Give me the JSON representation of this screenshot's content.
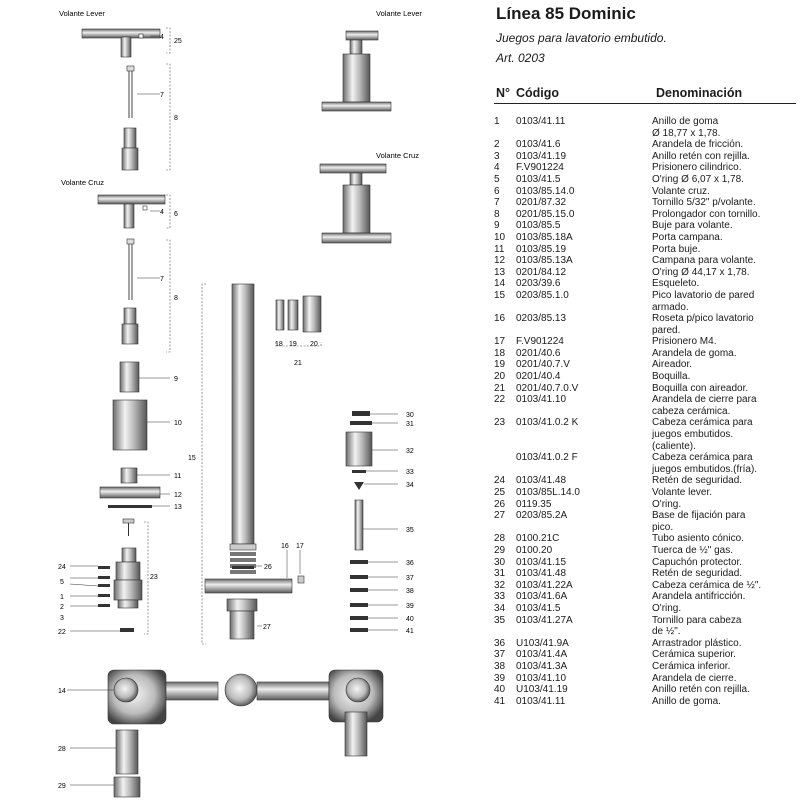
{
  "header": {
    "title": "Línea 85 Dominic",
    "subtitle": "Juegos para lavatorio embutido.",
    "article": "Art. 0203"
  },
  "table": {
    "columns": [
      "N°",
      "Código",
      "Denominación"
    ],
    "rows": [
      {
        "n": "1",
        "code": "0103/41.11",
        "desc": "Anillo de goma"
      },
      {
        "n": "",
        "code": "",
        "desc": "Ø 18,77 x 1,78."
      },
      {
        "n": "2",
        "code": "0103/41.6",
        "desc": "Arandela de fricción."
      },
      {
        "n": "3",
        "code": "0103/41.19",
        "desc": "Anillo retén con rejilla."
      },
      {
        "n": "4",
        "code": "F.V901224",
        "desc": "Prisionero cilindrico."
      },
      {
        "n": "5",
        "code": "0103/41.5",
        "desc": "O'ring Ø 6,07 x 1,78."
      },
      {
        "n": "6",
        "code": "0103/85.14.0",
        "desc": "Volante cruz."
      },
      {
        "n": "7",
        "code": "0201/87.32",
        "desc": "Tornillo 5/32\" p/volante."
      },
      {
        "n": "8",
        "code": "0201/85.15.0",
        "desc": "Prolongador con tornillo."
      },
      {
        "n": "9",
        "code": "0103/85.5",
        "desc": "Buje para volante."
      },
      {
        "n": "10",
        "code": "0103/85.18A",
        "desc": "Porta campana."
      },
      {
        "n": "11",
        "code": "0103/85.19",
        "desc": "Porta buje."
      },
      {
        "n": "12",
        "code": "0103/85.13A",
        "desc": "Campana para volante."
      },
      {
        "n": "13",
        "code": "0201/84.12",
        "desc": "O'ring Ø 44,17 x 1,78."
      },
      {
        "n": "14",
        "code": "0203/39.6",
        "desc": "Esqueleto."
      },
      {
        "n": "15",
        "code": "0203/85.1.0",
        "desc": "Pico lavatorio de pared"
      },
      {
        "n": "",
        "code": "",
        "desc": "armado."
      },
      {
        "n": "16",
        "code": "0203/85.13",
        "desc": "Roseta p/pico lavatorio"
      },
      {
        "n": "",
        "code": "",
        "desc": "pared."
      },
      {
        "n": "17",
        "code": "F.V901224",
        "desc": "Prisionero M4."
      },
      {
        "n": "18",
        "code": "0201/40.6",
        "desc": "Arandela de goma."
      },
      {
        "n": "19",
        "code": "0201/40.7.V",
        "desc": "Aireador."
      },
      {
        "n": "20",
        "code": "0201/40.4",
        "desc": "Boquilla."
      },
      {
        "n": "21",
        "code": "0201/40.7.0.V",
        "desc": "Boquilla con aireador."
      },
      {
        "n": "22",
        "code": "0103/41.10",
        "desc": "Arandela de cierre para"
      },
      {
        "n": "",
        "code": "",
        "desc": "cabeza cerámica."
      },
      {
        "n": "23",
        "code": "0103/41.0.2 K",
        "desc": "Cabeza cerámica para"
      },
      {
        "n": "",
        "code": "",
        "desc": "juegos embutidos."
      },
      {
        "n": "",
        "code": "",
        "desc": "(caliente)."
      },
      {
        "n": "",
        "code": "0103/41.0.2 F",
        "desc": "Cabeza cerámica para"
      },
      {
        "n": "",
        "code": "",
        "desc": "juegos embutidos.(fría)."
      },
      {
        "n": "24",
        "code": "0103/41.48",
        "desc": "Retén de seguridad."
      },
      {
        "n": "25",
        "code": "0103/85L.14.0",
        "desc": "Volante lever."
      },
      {
        "n": "26",
        "code": "0119.35",
        "desc": "O'ring."
      },
      {
        "n": "27",
        "code": "0203/85.2A",
        "desc": "Base de fijación para"
      },
      {
        "n": "",
        "code": "",
        "desc": "pico."
      },
      {
        "n": "28",
        "code": "0100.21C",
        "desc": "Tubo asiento cónico."
      },
      {
        "n": "29",
        "code": "0100.20",
        "desc": "Tuerca de ½\" gas."
      },
      {
        "n": "30",
        "code": "0103/41.15",
        "desc": "Capuchón protector."
      },
      {
        "n": "31",
        "code": "0103/41.48",
        "desc": "Retén de seguridad."
      },
      {
        "n": "32",
        "code": "0103/41.22A",
        "desc": "Cabeza cerámica de ½\"."
      },
      {
        "n": "33",
        "code": "0103/41.6A",
        "desc": "Arandela antifricción."
      },
      {
        "n": "34",
        "code": "0103/41.5",
        "desc": "O'ring."
      },
      {
        "n": "35",
        "code": "0103/41.27A",
        "desc": "Tornillo para cabeza"
      },
      {
        "n": "",
        "code": "",
        "desc": "de ½\"."
      },
      {
        "n": "36",
        "code": "U103/41.9A",
        "desc": "Arrastrador plástico."
      },
      {
        "n": "37",
        "code": "0103/41.4A",
        "desc": "Cerámica superior."
      },
      {
        "n": "38",
        "code": "0103/41.3A",
        "desc": "Cerámica inferior."
      },
      {
        "n": "39",
        "code": "0103/41.10",
        "desc": "Arandela de cierre."
      },
      {
        "n": "40",
        "code": "U103/41.19",
        "desc": "Anillo retén con rejilla."
      },
      {
        "n": "41",
        "code": "0103/41.11",
        "desc": "Anillo de goma."
      }
    ]
  },
  "diagram": {
    "labels": {
      "volante_lever": "Volante Lever",
      "volante_cruz": "Volante Cruz"
    },
    "callouts": [
      "1",
      "2",
      "3",
      "4",
      "5",
      "6",
      "7",
      "8",
      "9",
      "10",
      "11",
      "12",
      "13",
      "14",
      "15",
      "16",
      "17",
      "18",
      "19",
      "20",
      "21",
      "22",
      "23",
      "24",
      "25",
      "26",
      "27",
      "28",
      "29",
      "30",
      "31",
      "32",
      "33",
      "34",
      "35",
      "36",
      "37",
      "38",
      "39",
      "40",
      "41"
    ]
  }
}
